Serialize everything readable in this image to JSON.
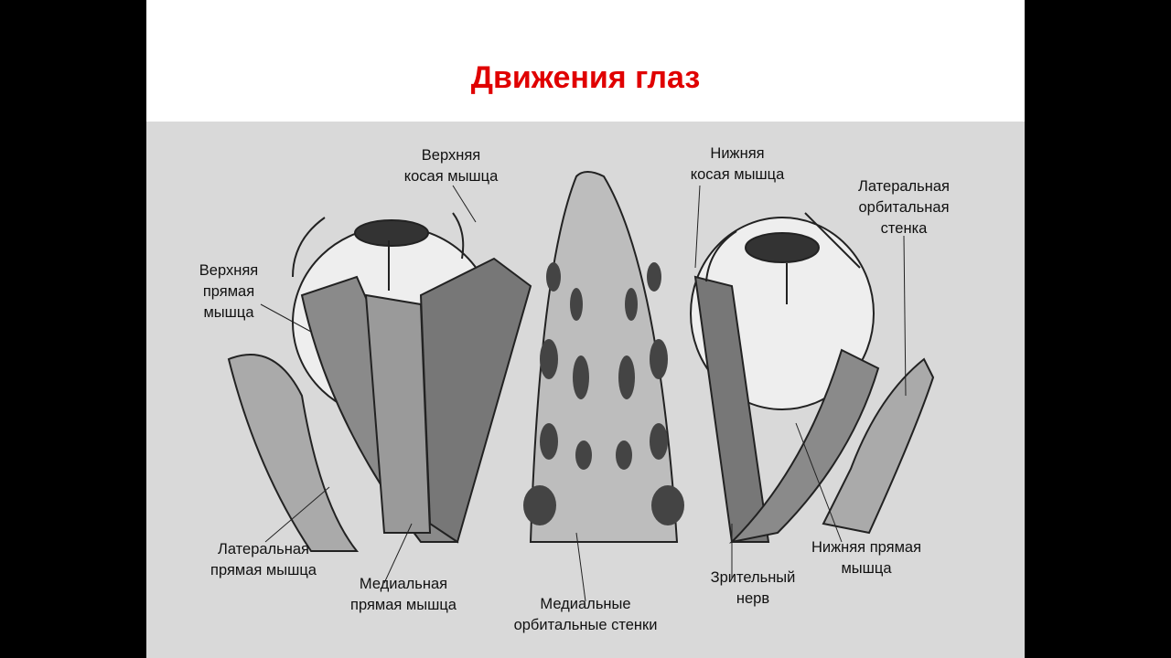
{
  "title": "Движения глаз",
  "labels": {
    "superior_oblique": [
      "Верхняя",
      "косая мышца"
    ],
    "inferior_oblique": [
      "Нижняя",
      "косая мышца"
    ],
    "lateral_wall": [
      "Латеральная",
      "орбитальная",
      "стенка"
    ],
    "superior_rectus": [
      "Верхняя",
      "прямая",
      "мышца"
    ],
    "lateral_rectus": [
      "Латеральная",
      "прямая мышца"
    ],
    "medial_rectus": [
      "Медиальная",
      "прямая мышца"
    ],
    "medial_walls": [
      "Медиальные",
      "орбитальные стенки"
    ],
    "optic_nerve": [
      "Зрительный",
      "нерв"
    ],
    "inferior_rectus": [
      "Нижняя прямая",
      "мышца"
    ]
  }
}
